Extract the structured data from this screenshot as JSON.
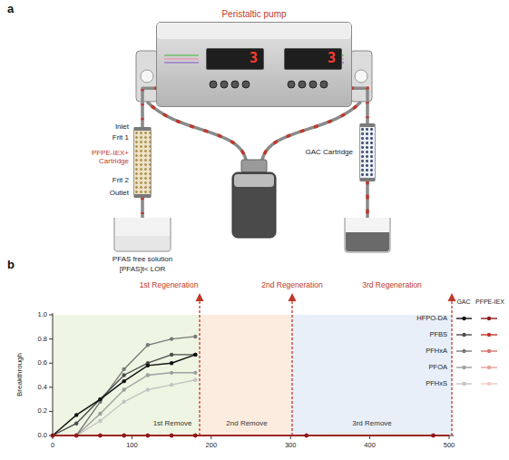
{
  "diagram": {
    "nodes": [
      {
        "text": [
          "Peristaltic pump"
        ]
      },
      {
        "text": [
          "3"
        ],
        "in": 0
      },
      {
        "text": [
          "3"
        ],
        "in": 0
      },
      {
        "text": [
          "Inlet",
          "Frit 1",
          "PFPE-IEX+ Cartridge",
          "Frit 2",
          "Outlet"
        ]
      },
      {
        "text": [
          "GAC Cartridge"
        ]
      },
      {
        "text": [
          "PFAS free solution",
          "[PFAS]t< LOR"
        ]
      }
    ],
    "edges": [
      {
        "from": 0,
        "to": 3,
        "arrow": "none"
      },
      {
        "from": 3,
        "to": 5,
        "arrow": "none"
      },
      {
        "from": 0,
        "to": 4,
        "arrow": "none"
      }
    ],
    "labels": [
      "a",
      "b",
      "1st Regeneration",
      "2nd Regeneration",
      "3rd Regeneration",
      "1st Remove",
      "2nd Remove",
      "3rd Remove",
      "Breakthrough",
      "0.0",
      "0.2",
      "0.4",
      "0.6",
      "0.8",
      "1.0",
      "0",
      "100",
      "200",
      "300",
      "400",
      "500",
      "GAC",
      "PFPE-IEX"
    ],
    "legend": [
      {
        "text": "HFPO-DA"
      },
      {
        "text": "PFBS"
      },
      {
        "text": "PFHxA"
      },
      {
        "text": "PFOA"
      },
      {
        "text": "PFHxS"
      }
    ]
  }
}
